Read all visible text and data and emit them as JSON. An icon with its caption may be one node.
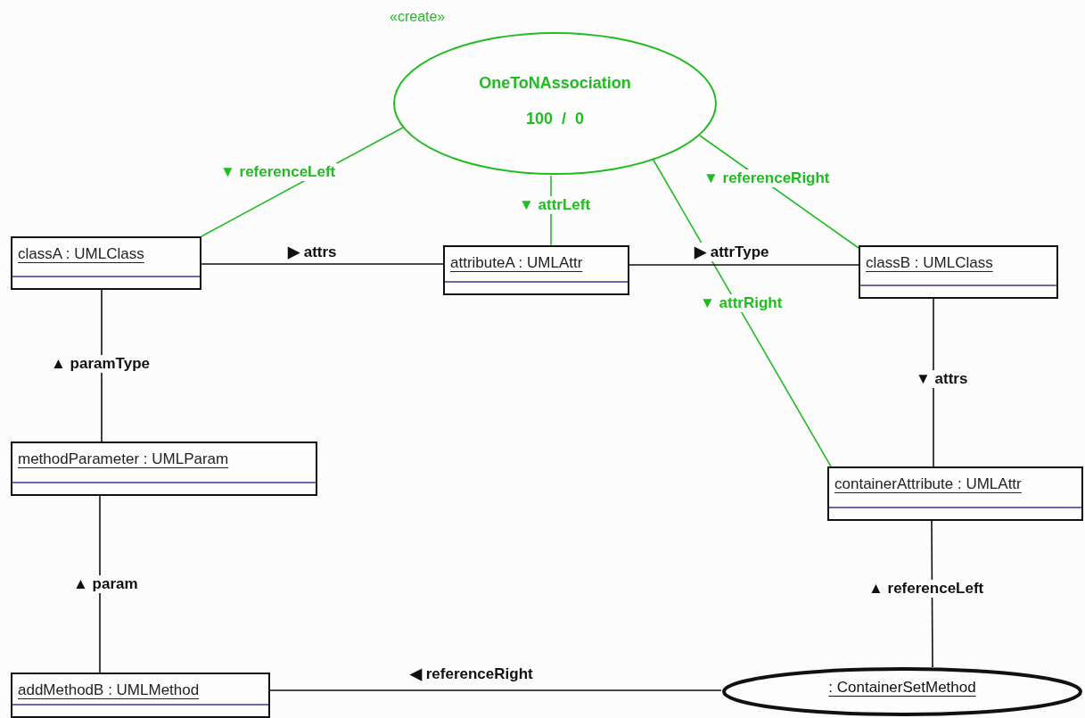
{
  "diagram": {
    "nodes": [
      {
        "text": [
          "OneToNAssociation",
          "100  /  0"
        ],
        "beside": [
          "«create»"
        ]
      },
      {
        "text": [
          "classA : UMLClass"
        ]
      },
      {
        "text": [
          "attributeA : UMLAttr"
        ]
      },
      {
        "text": [
          "classB : UMLClass"
        ]
      },
      {
        "text": [
          "methodParameter : UMLParam"
        ]
      },
      {
        "text": [
          "containerAttribute : UMLAttr"
        ]
      },
      {
        "text": [
          "addMethodB : UMLMethod"
        ]
      },
      {
        "text": [
          ": ContainerSetMethod"
        ]
      }
    ],
    "edges": [
      {
        "from": 0,
        "to": 1,
        "arrow": "none",
        "label": "▼ referenceLeft",
        "color": "#22bb22"
      },
      {
        "from": 0,
        "to": 2,
        "arrow": "none",
        "label": "▼ attrLeft",
        "color": "#22bb22"
      },
      {
        "from": 0,
        "to": 3,
        "arrow": "none",
        "label": "▼ referenceRight",
        "color": "#22bb22"
      },
      {
        "from": 0,
        "to": 5,
        "arrow": "none",
        "label": "▼ attrRight",
        "color": "#22bb22"
      },
      {
        "from": 1,
        "to": 2,
        "arrow": "none",
        "label": "▶ attrs"
      },
      {
        "from": 2,
        "to": 3,
        "arrow": "none",
        "label": "▶ attrType"
      },
      {
        "from": 1,
        "to": 4,
        "arrow": "none",
        "label": "▲ paramType"
      },
      {
        "from": 3,
        "to": 5,
        "arrow": "none",
        "label": "▼ attrs"
      },
      {
        "from": 4,
        "to": 6,
        "arrow": "none",
        "label": "▲ param"
      },
      {
        "from": 5,
        "to": 7,
        "arrow": "none",
        "label": "▲ referenceLeft"
      },
      {
        "from": 6,
        "to": 7,
        "arrow": "none",
        "label": "◀ referenceRight"
      }
    ]
  }
}
